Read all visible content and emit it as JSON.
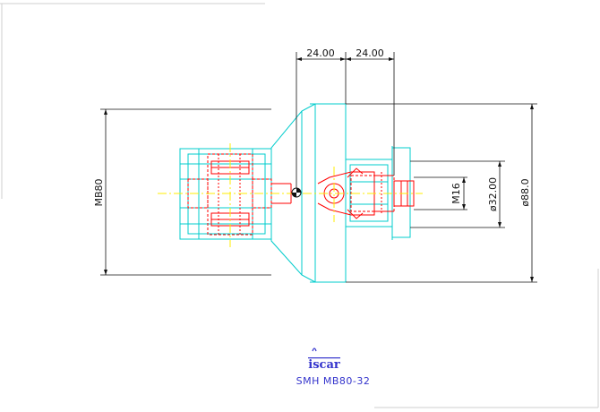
{
  "dimensions": {
    "offset_left": "24.00",
    "offset_right": "24.00",
    "shank_label": "MB80",
    "thread_label": "M16",
    "bore_label": "ø32.00",
    "outer_label": "ø88.0"
  },
  "logo": {
    "text": "iscar"
  },
  "caption": {
    "part_number": "SMH MB80-32"
  },
  "colors": {
    "outline": "#00cccc",
    "detail": "#ff0000",
    "centerline": "#ffff00",
    "dimension": "#111111",
    "caption": "#3333cc"
  }
}
